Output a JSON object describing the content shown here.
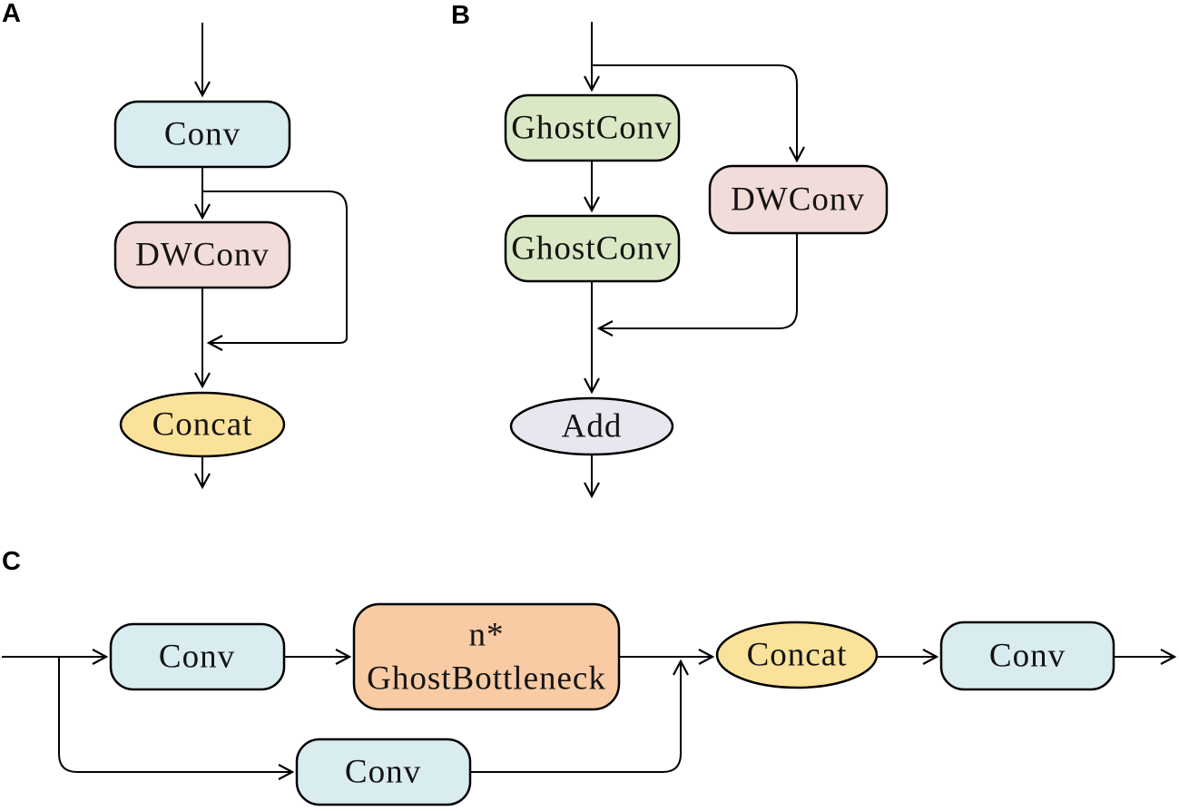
{
  "figure": {
    "panel_a": {
      "label": "A",
      "nodes": {
        "conv": "Conv",
        "dwconv": "DWConv",
        "concat": "Concat"
      }
    },
    "panel_b": {
      "label": "B",
      "nodes": {
        "ghostconv1": "GhostConv",
        "ghostconv2": "GhostConv",
        "dwconv": "DWConv",
        "add": "Add"
      }
    },
    "panel_c": {
      "label": "C",
      "nodes": {
        "conv_in": "Conv",
        "bottleneck_line1": "n*",
        "bottleneck_line2": "GhostBottleneck",
        "conv_shortcut": "Conv",
        "concat": "Concat",
        "conv_out": "Conv"
      }
    }
  },
  "colors": {
    "conv_fill": "#d9ecf0",
    "ghostconv_fill": "#dbe8c6",
    "dwconv_fill": "#f2dcd9",
    "concat_fill": "#fbe29b",
    "add_fill": "#e9e6ef",
    "bottleneck_fill": "#f8cba4",
    "stroke": "#000000",
    "background": "#ffffff"
  }
}
